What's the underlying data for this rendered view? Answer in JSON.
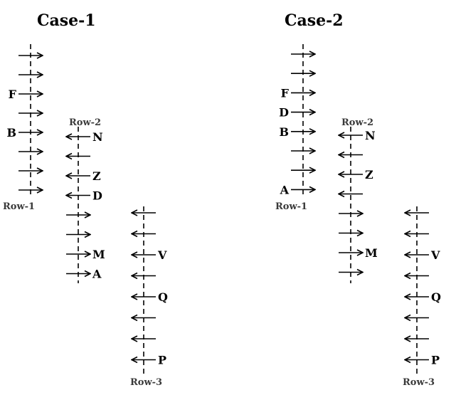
{
  "cases": [
    {
      "title": "Case-1",
      "rows": [
        {
          "label": "Row-1",
          "direction": "right",
          "seats": [
            "",
            "",
            "F",
            "",
            "B",
            "",
            "",
            ""
          ]
        },
        {
          "label": "Row-2",
          "direction": "left",
          "seats": [
            "N",
            "",
            "Z",
            "D",
            "",
            "",
            "M",
            "A"
          ],
          "mixed": [
            {
              "seat": 4,
              "direction": "right"
            },
            {
              "seat": 5,
              "direction": "right"
            },
            {
              "seat": 6,
              "direction": "right"
            },
            {
              "seat": 7,
              "direction": "right"
            }
          ]
        },
        {
          "label": "Row-3",
          "direction": "left",
          "seats": [
            "",
            "",
            "V",
            "",
            "Q",
            "",
            "",
            "P"
          ]
        }
      ]
    },
    {
      "title": "Case-2",
      "rows": [
        {
          "label": "Row-1",
          "direction": "right",
          "seats": [
            "",
            "",
            "F",
            "D",
            "B",
            "",
            "",
            "A"
          ]
        },
        {
          "label": "Row-2",
          "direction": "left",
          "seats": [
            "N",
            "",
            "Z",
            "",
            "",
            "",
            "M",
            ""
          ],
          "mixed": [
            {
              "seat": 4,
              "direction": "right"
            },
            {
              "seat": 5,
              "direction": "right"
            },
            {
              "seat": 6,
              "direction": "right"
            },
            {
              "seat": 7,
              "direction": "right"
            }
          ]
        },
        {
          "label": "Row-3",
          "direction": "left",
          "seats": [
            "",
            "",
            "V",
            "",
            "Q",
            "",
            "",
            "P"
          ]
        }
      ]
    }
  ]
}
